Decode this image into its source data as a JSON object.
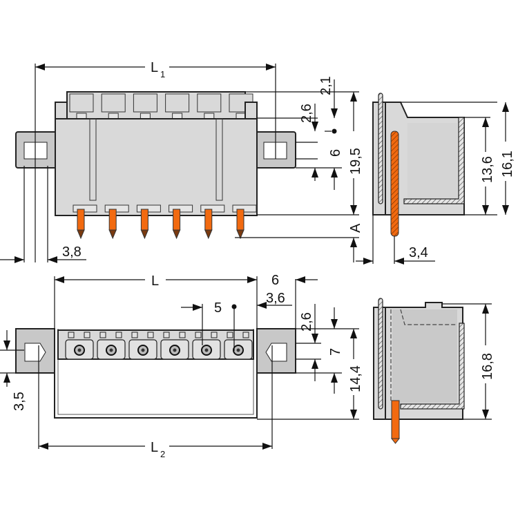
{
  "title": "Pin strip header technical drawing",
  "views": {
    "front_top": {
      "labels": {
        "L1": "L",
        "L1_sub": "1",
        "d38": "3,8",
        "d21": "2,1",
        "d26": "2,6",
        "d6": "6",
        "d195": "19,5",
        "dA": "A"
      }
    },
    "side_top": {
      "labels": {
        "d136": "13,6",
        "d161": "16,1",
        "d34": "3,4"
      }
    },
    "front_bottom": {
      "labels": {
        "L": "L",
        "d5": "5",
        "d6": "6",
        "d36": "3,6",
        "d26": "2,6",
        "d7": "7",
        "d144": "14,4",
        "d35": "3,5",
        "L2": "L",
        "L2_sub": "2"
      }
    },
    "side_bottom": {
      "labels": {
        "d168": "16,8"
      }
    }
  },
  "pole_count": 6,
  "colors": {
    "body": "#d9d9d9",
    "pin": "#f26a10",
    "line": "#111111"
  }
}
